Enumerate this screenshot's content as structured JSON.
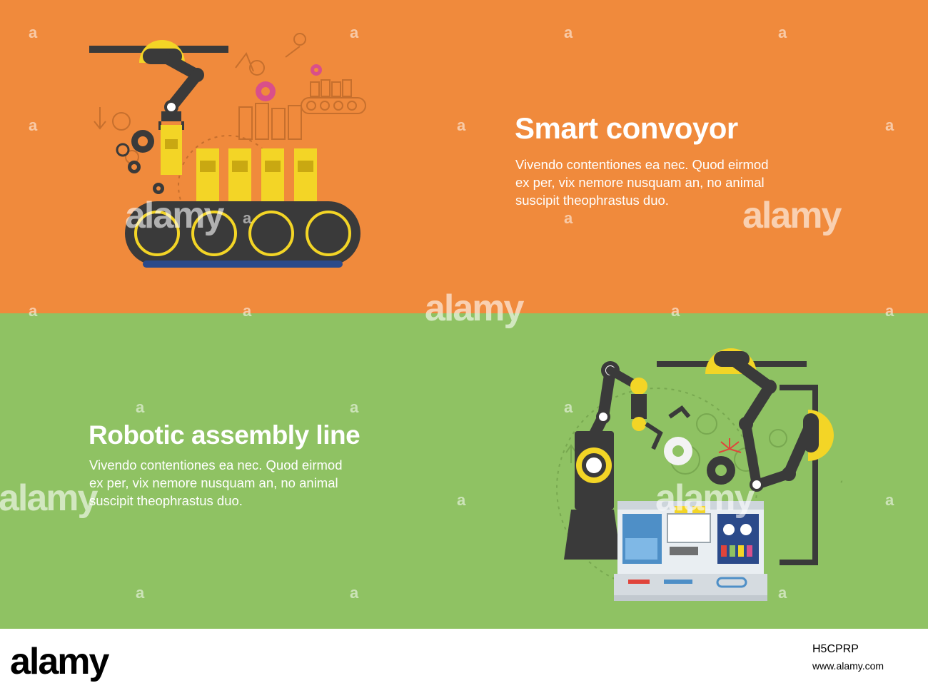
{
  "banners": [
    {
      "title": "Smart convoyor",
      "description_lines": [
        "Vivendo contentiones ea nec. Quod eirmod",
        "ex per, vix nemore nusquam an, no animal",
        "suscipit theophrastus duo."
      ],
      "background": "#f08a3c",
      "illustration": "conveyor-illustration"
    },
    {
      "title": "Robotic assembly line",
      "description_lines": [
        "Vivendo contentiones ea nec. Quod eirmod",
        "ex per, vix nemore nusquam an, no animal",
        "suscipit theophrastus duo."
      ],
      "background": "#8fc263",
      "illustration": "assembly-line-illustration"
    }
  ],
  "watermark": {
    "word": "alamy",
    "tile_glyph": "a"
  },
  "footer": {
    "logo": "alamy",
    "image_id": "H5CPRP",
    "url": "www.alamy.com"
  },
  "colors": {
    "accent_yellow": "#f3d526",
    "machine_dark": "#3a3a3a"
  }
}
